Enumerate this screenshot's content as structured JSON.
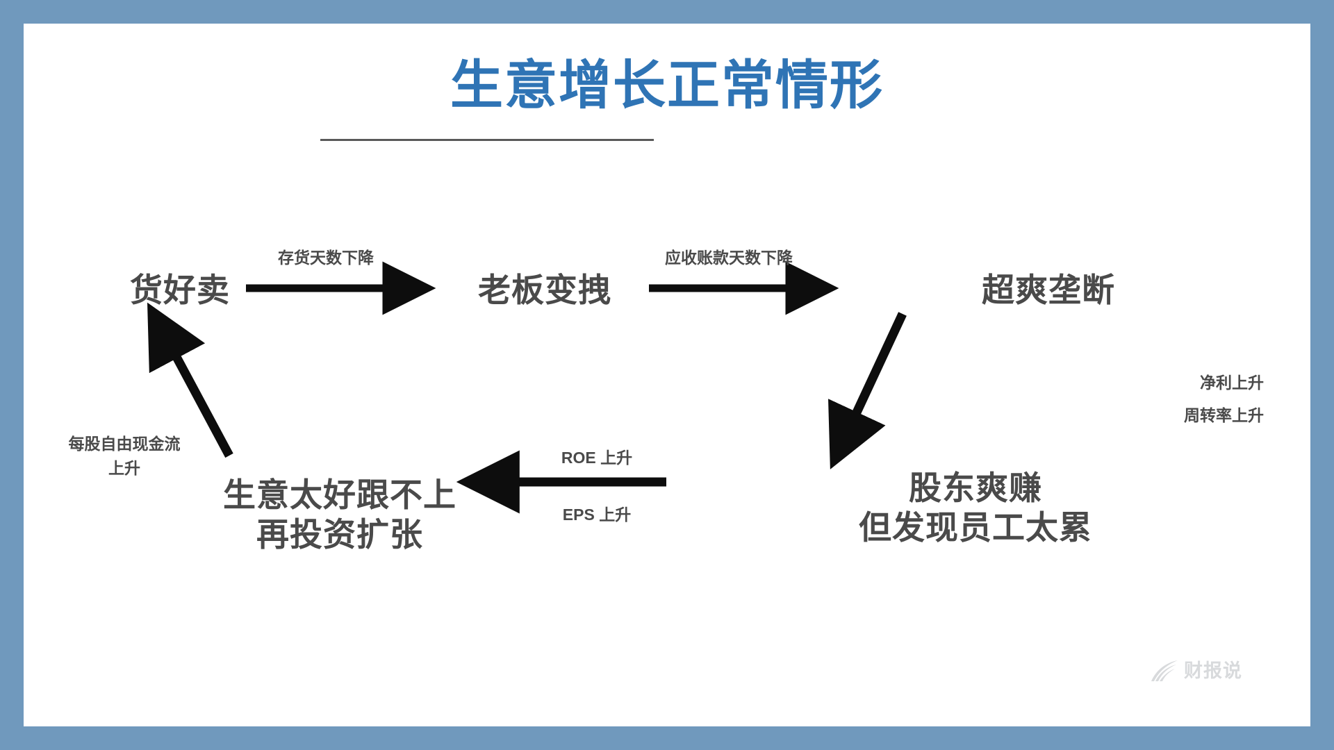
{
  "slide": {
    "title": "生意增长正常情形",
    "frame_color": "#7099bd",
    "canvas_color": "#ffffff",
    "title_color": "#2f74b5",
    "text_color": "#4a4a4a"
  },
  "nodes": [
    {
      "id": "goods-sell-well",
      "line1": "货好卖",
      "line2": ""
    },
    {
      "id": "boss-gets-tough",
      "line1": "老板变拽",
      "line2": ""
    },
    {
      "id": "super-monopoly",
      "line1": "超爽垄断",
      "line2": ""
    },
    {
      "id": "shareholders-earn",
      "line1": "股东爽赚",
      "line2": "但发现员工太累"
    },
    {
      "id": "business-too-good",
      "line1": "生意太好跟不上",
      "line2": "再投资扩张"
    }
  ],
  "edge_labels": {
    "inventory_days": "存货天数下降",
    "receivable_days": "应收账款天数下降",
    "net_profit_up": "净利上升",
    "turnover_up": "周转率上升",
    "roe_up": "ROE 上升",
    "eps_up": "EPS 上升",
    "fcf_per_share": "每股自由现金流",
    "fcf_per_share_2": "上升"
  },
  "watermark": {
    "text": "财报说",
    "icon": "swoosh-logo-icon",
    "color": "#b9bcc1"
  }
}
